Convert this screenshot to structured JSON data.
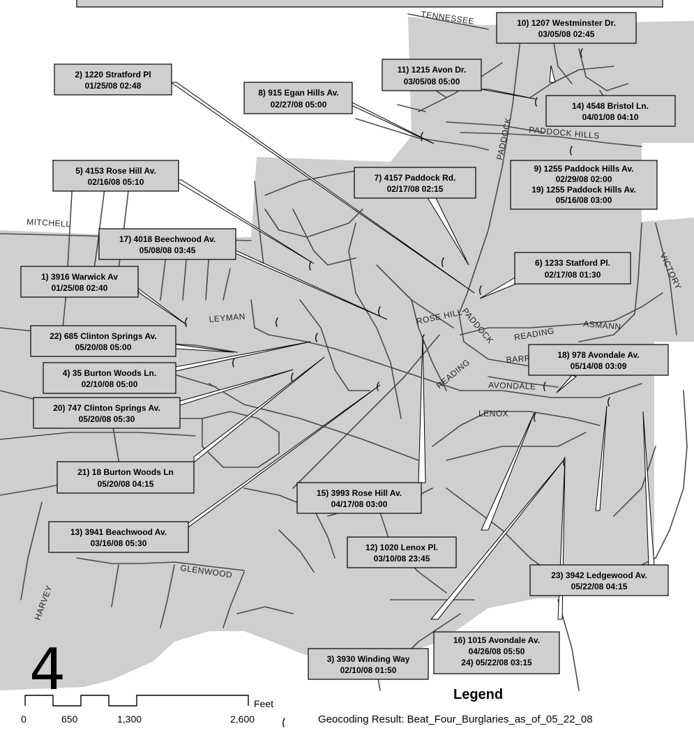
{
  "map": {
    "beat_number": "4",
    "legend_title": "Legend",
    "legend_entry": "Geocoding Result: Beat_Four_Burglaries_as_of_05_22_08",
    "legend_icon": "burglary-point-marker",
    "scale": {
      "unit": "Feet",
      "ticks": [
        "0",
        "650",
        "1,300",
        "2,600"
      ]
    },
    "colors": {
      "area_fill": "#cfcfcf",
      "callout_fill": "#cfcfcf",
      "road": "#4a4a4a"
    }
  },
  "streets": [
    {
      "id": "tennessee",
      "label": "TENNESSEE"
    },
    {
      "id": "paddock-n",
      "label": "PADDOCK"
    },
    {
      "id": "paddock-hills",
      "label": "PADDOCK HILLS"
    },
    {
      "id": "mitchell",
      "label": "MITCHELL"
    },
    {
      "id": "leyman",
      "label": "LEYMAN"
    },
    {
      "id": "rose-hill",
      "label": "ROSE HILL"
    },
    {
      "id": "paddock-s",
      "label": "PADDOCK"
    },
    {
      "id": "reading-e",
      "label": "READING"
    },
    {
      "id": "asmann",
      "label": "ASMANN"
    },
    {
      "id": "barry",
      "label": "BARRY"
    },
    {
      "id": "reading-w",
      "label": "READING"
    },
    {
      "id": "avondale",
      "label": "AVONDALE"
    },
    {
      "id": "lenox",
      "label": "LENOX"
    },
    {
      "id": "victory",
      "label": "VICTORY"
    },
    {
      "id": "glenwood",
      "label": "GLENWOOD"
    },
    {
      "id": "harvey",
      "label": "HARVEY"
    }
  ],
  "incidents": [
    {
      "id": "10",
      "lines": [
        "10) 1207 Westminster Dr.",
        "03/05/08 02:45"
      ]
    },
    {
      "id": "2",
      "lines": [
        "2) 1220 Stratford Pl",
        "01/25/08 02:48"
      ]
    },
    {
      "id": "11",
      "lines": [
        "11) 1215 Avon Dr.",
        "03/05/08 05:00"
      ]
    },
    {
      "id": "8",
      "lines": [
        "8) 915 Egan Hills Av.",
        "02/27/08 05:00"
      ]
    },
    {
      "id": "14",
      "lines": [
        "14) 4548 Bristol Ln.",
        "04/01/08 04:10"
      ]
    },
    {
      "id": "5",
      "lines": [
        "5) 4153 Rose Hill Av.",
        "02/16/08 05:10"
      ]
    },
    {
      "id": "7",
      "lines": [
        "7) 4157 Paddock Rd.",
        "02/17/08 02:15"
      ]
    },
    {
      "id": "9-19",
      "lines": [
        "9) 1255 Paddock Hills Av.",
        "02/29/08 02:00",
        "19) 1255 Paddock Hills Av.",
        "05/16/08 03:00"
      ]
    },
    {
      "id": "17",
      "lines": [
        "17) 4018 Beechwood Av.",
        "05/08/08 03:45"
      ]
    },
    {
      "id": "1",
      "lines": [
        "1) 3916 Warwick Av",
        "01/25/08 02:40"
      ]
    },
    {
      "id": "6",
      "lines": [
        "6) 1233 Statford Pl.",
        "02/17/08 01:30"
      ]
    },
    {
      "id": "22",
      "lines": [
        "22) 685 Clinton Springs Av.",
        "05/20/08 05:00"
      ]
    },
    {
      "id": "18",
      "lines": [
        "18) 978 Avondale Av.",
        "05/14/08 03:09"
      ]
    },
    {
      "id": "4",
      "lines": [
        "4) 35 Burton Woods Ln.",
        "02/10/08 05:00"
      ]
    },
    {
      "id": "20",
      "lines": [
        "20) 747 Clinton Springs Av.",
        "05/20/08 05:30"
      ]
    },
    {
      "id": "21",
      "lines": [
        "21) 18 Burton Woods Ln",
        "05/20/08 04:15"
      ]
    },
    {
      "id": "15",
      "lines": [
        "15) 3993 Rose Hill Av.",
        "04/17/08 03:00"
      ]
    },
    {
      "id": "13",
      "lines": [
        "13) 3941 Beachwood Av.",
        "03/16/08 05:30"
      ]
    },
    {
      "id": "12",
      "lines": [
        "12) 1020 Lenox Pl.",
        "03/10/08 23:45"
      ]
    },
    {
      "id": "23",
      "lines": [
        "23) 3942 Ledgewood Av.",
        "05/22/08 04:15"
      ]
    },
    {
      "id": "16-24",
      "lines": [
        "16) 1015 Avondale Av.",
        "04/26/08 05:50",
        "24) 05/22/08 03:15"
      ]
    },
    {
      "id": "3",
      "lines": [
        "3) 3930 Winding Way",
        "02/10/08 01:50"
      ]
    }
  ]
}
